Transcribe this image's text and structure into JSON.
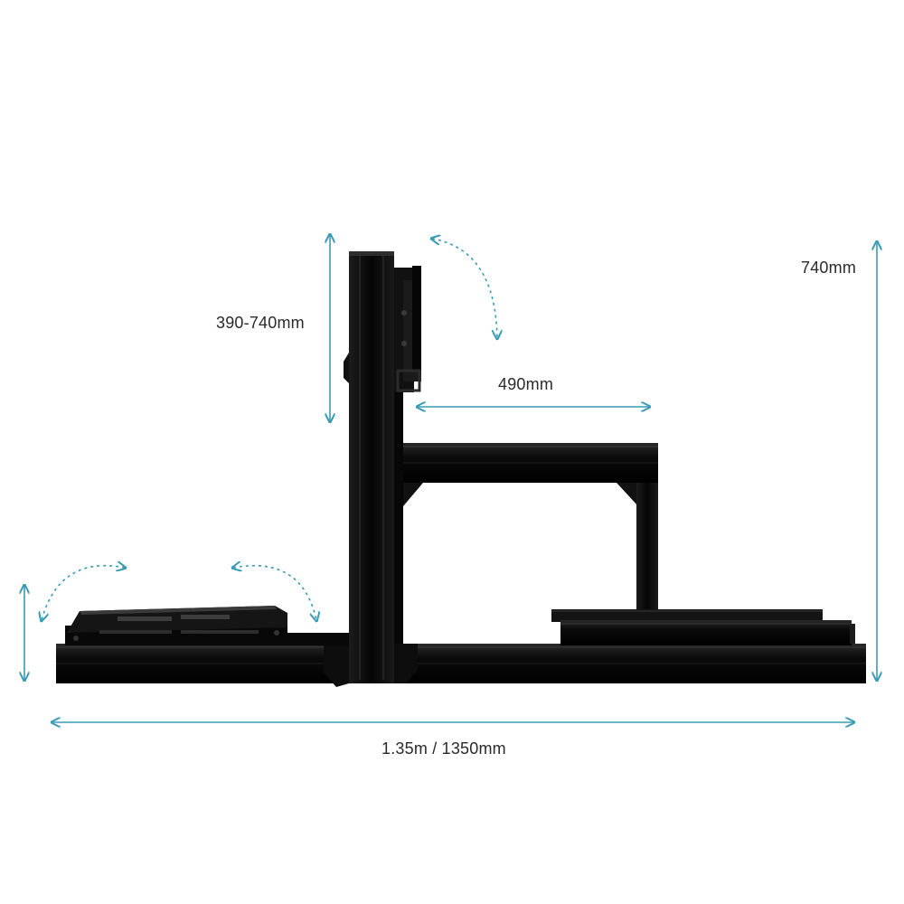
{
  "dimensions": {
    "height_adjust": "390-740mm",
    "wheel_deck_depth": "490mm",
    "total_height": "740mm",
    "overall_length": "1.35m / 1350mm"
  },
  "colors": {
    "accent": "#3a9bb5",
    "frame": "#0a0a0a",
    "frame_edge": "#2b2b2b",
    "background": "#ffffff",
    "label_text": "#2a2a2a"
  }
}
